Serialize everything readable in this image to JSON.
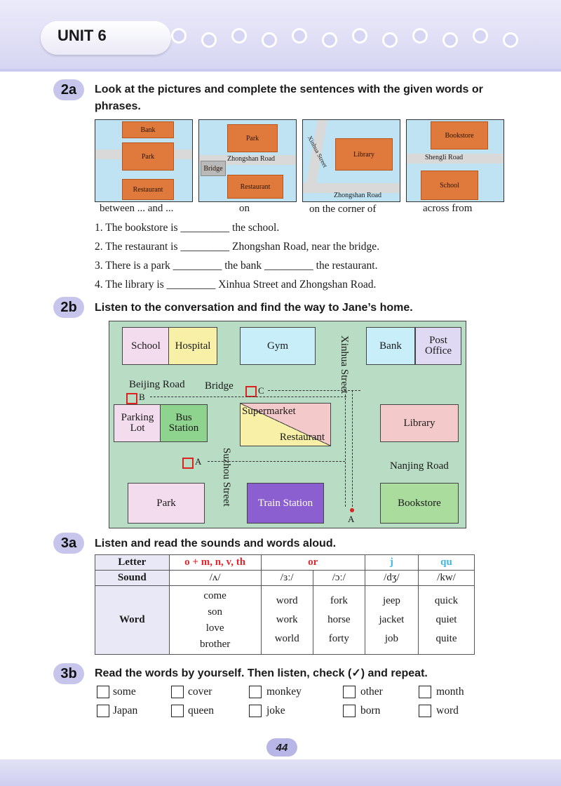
{
  "header": {
    "unit_title": "UNIT 6"
  },
  "s2a": {
    "badge": "2a",
    "instruction": "Look at the pictures and complete the sentences with the given words or phrases.",
    "pictures": [
      {
        "labels": [
          "Bank",
          "Park",
          "Restaurant"
        ]
      },
      {
        "labels": [
          "Park",
          "Zhongshan Road",
          "Bridge",
          "Restaurant"
        ]
      },
      {
        "labels": [
          "Xinhua Street",
          "Library",
          "Zhongshan Road"
        ]
      },
      {
        "labels": [
          "Bookstore",
          "Shengli Road",
          "School"
        ]
      }
    ],
    "captions": [
      "between ... and ...",
      "on",
      "on the corner of",
      "across from"
    ],
    "sentences": [
      "1. The bookstore is _________ the school.",
      "2. The restaurant is _________ Zhongshan Road, near the bridge.",
      "3. There is a park _________ the bank _________ the restaurant.",
      "4. The library is _________ Xinhua Street and Zhongshan Road."
    ]
  },
  "s2b": {
    "badge": "2b",
    "instruction": "Listen to the conversation and find the way to Jane’s home.",
    "map": {
      "school": "School",
      "hospital": "Hospital",
      "gym": "Gym",
      "bank": "Bank",
      "post_office": "Post Office",
      "beijing_road": "Beijing Road",
      "bridge": "Bridge",
      "xinhua_street": "Xinhua Street",
      "parking_lot": "Parking Lot",
      "bus_station": "Bus Station",
      "supermarket": "Supermarket",
      "restaurant": "Restaurant",
      "library": "Library",
      "nanjing_road": "Nanjing Road",
      "suzhou_street": "Suzhou Street",
      "park": "Park",
      "train_station": "Train Station",
      "bookstore": "Bookstore",
      "mark_a": "A",
      "mark_b": "B",
      "mark_c": "C",
      "start": "A"
    }
  },
  "s3a": {
    "badge": "3a",
    "instruction": "Listen and read the sounds and words aloud.",
    "table": {
      "letter_label": "Letter",
      "sound_label": "Sound",
      "word_label": "Word",
      "letters": [
        "o + m, n, v, th",
        "or",
        "j",
        "qu"
      ],
      "sounds": [
        "/ʌ/",
        "/ɜː/",
        "/ɔː/",
        "/dʒ/",
        "/kw/"
      ],
      "words": [
        [
          "come",
          "son",
          "love",
          "brother"
        ],
        [
          "word",
          "work",
          "world"
        ],
        [
          "fork",
          "horse",
          "forty"
        ],
        [
          "jeep",
          "jacket",
          "job"
        ],
        [
          "quick",
          "quiet",
          "quite"
        ]
      ]
    }
  },
  "s3b": {
    "badge": "3b",
    "instruction": "Read the words by yourself. Then listen, check (✓) and repeat.",
    "words": [
      "some",
      "cover",
      "monkey",
      "other",
      "month",
      "Japan",
      "queen",
      "joke",
      "born",
      "word"
    ]
  },
  "footer": {
    "page_number": "44"
  },
  "colors": {
    "accent": "#c7c5ec",
    "red": "#e4262e",
    "blue": "#3fb7e6",
    "map_bg": "#b8dcc4"
  }
}
